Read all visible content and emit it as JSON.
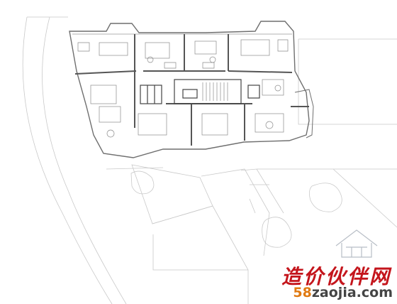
{
  "watermark": {
    "name_cn": "造价伙伴网",
    "site_prefix": "58",
    "site_rest": "zaojia.com"
  }
}
